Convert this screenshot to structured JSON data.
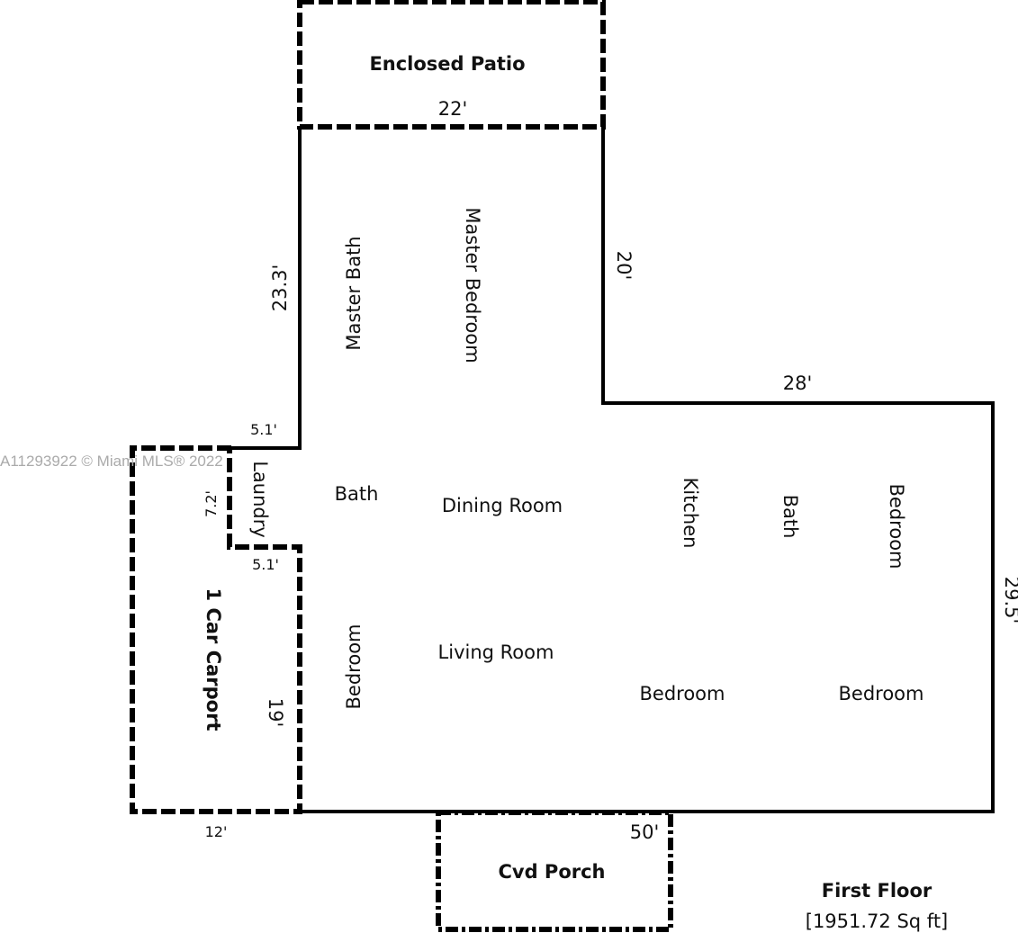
{
  "watermark": "A11293922 © Miami MLS® 2022",
  "areas": {
    "enclosed_patio": "Enclosed Patio",
    "carport": "1 Car Carport",
    "covered_porch": "Cvd Porch"
  },
  "rooms": {
    "master_bath": "Master Bath",
    "master_bedroom": "Master Bedroom",
    "laundry": "Laundry",
    "bath_left": "Bath",
    "dining_room": "Dining Room",
    "kitchen": "Kitchen",
    "bath_right": "Bath",
    "bedroom_top_right": "Bedroom",
    "bedroom_left": "Bedroom",
    "living_room": "Living Room",
    "bedroom_center": "Bedroom",
    "bedroom_right": "Bedroom"
  },
  "dimensions": {
    "patio_width": "22'",
    "master_left": "23.3'",
    "master_right": "20'",
    "east_top": "28'",
    "east_right": "29.5'",
    "laundry_top": "5.1'",
    "laundry_left": "7.2'",
    "laundry_bottom": "5.1'",
    "carport_right": "19'",
    "carport_bottom": "12'",
    "south": "50'"
  },
  "floor": {
    "title": "First Floor",
    "area": "[1951.72 Sq ft]"
  }
}
